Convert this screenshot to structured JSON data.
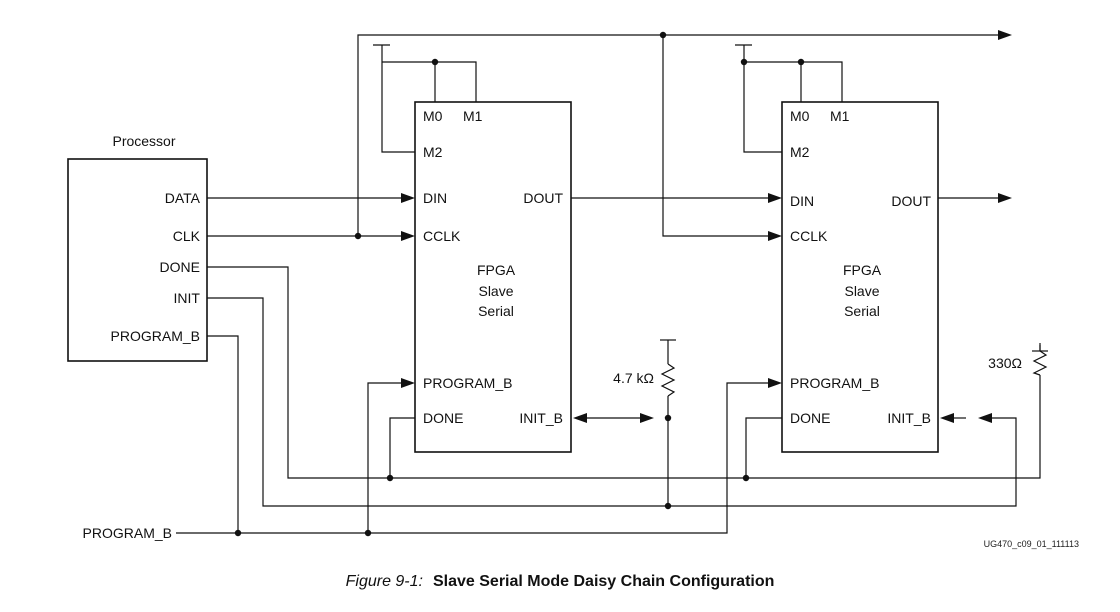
{
  "processor": {
    "title": "Processor",
    "pins": [
      "DATA",
      "CLK",
      "DONE",
      "INIT",
      "PROGRAM_B"
    ]
  },
  "fpga1": {
    "name_lines": [
      "FPGA",
      "Slave",
      "Serial"
    ],
    "pins": {
      "m0": "M0",
      "m1": "M1",
      "m2": "M2",
      "din": "DIN",
      "dout": "DOUT",
      "cclk": "CCLK",
      "program_b": "PROGRAM_B",
      "done": "DONE",
      "init_b": "INIT_B"
    }
  },
  "fpga2": {
    "name_lines": [
      "FPGA",
      "Slave",
      "Serial"
    ],
    "pins": {
      "m0": "M0",
      "m1": "M1",
      "m2": "M2",
      "din": "DIN",
      "dout": "DOUT",
      "cclk": "CCLK",
      "program_b": "PROGRAM_B",
      "done": "DONE",
      "init_b": "INIT_B"
    }
  },
  "resistors": {
    "r1": "4.7 kΩ",
    "r2": "330Ω"
  },
  "external": {
    "program_b": "PROGRAM_B"
  },
  "reference_id": "UG470_c09_01_111113",
  "caption": {
    "number": "Figure 9-1:",
    "title": "Slave Serial Mode Daisy Chain Configuration"
  }
}
